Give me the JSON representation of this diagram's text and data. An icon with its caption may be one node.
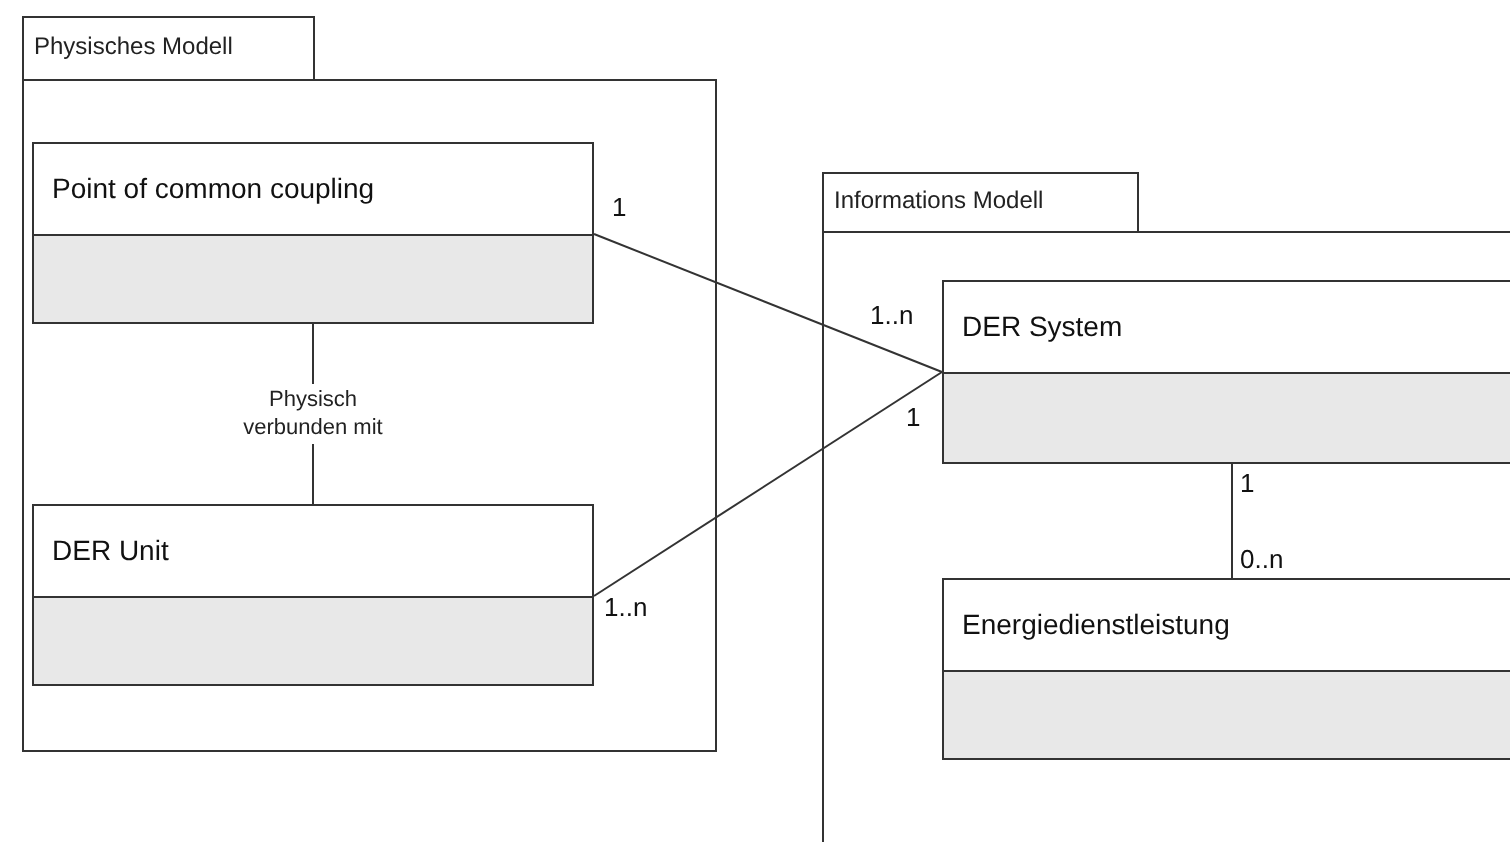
{
  "diagram": {
    "nodes": [
      {
        "text": [
          "Physisches Modell"
        ]
      },
      {
        "text": [
          "Point of common coupling"
        ],
        "in": 0
      },
      {
        "text": [
          "DER Unit"
        ],
        "in": 0
      },
      {
        "text": [
          "Informations Modell"
        ]
      },
      {
        "text": [
          "DER System"
        ],
        "in": 3
      },
      {
        "text": [
          "Energiedienstleistung"
        ],
        "in": 3
      }
    ],
    "edges": [
      {
        "from": 1,
        "to": 2,
        "arrow": "none",
        "label": "Physisch verbunden mit"
      },
      {
        "from": 1,
        "to": 4,
        "arrow": "none"
      },
      {
        "from": 2,
        "to": 4,
        "arrow": "none"
      },
      {
        "from": 4,
        "to": 5,
        "arrow": "none"
      }
    ],
    "labels": [
      "1",
      "1..n",
      "1",
      "1",
      "0..n",
      "1..n"
    ]
  }
}
